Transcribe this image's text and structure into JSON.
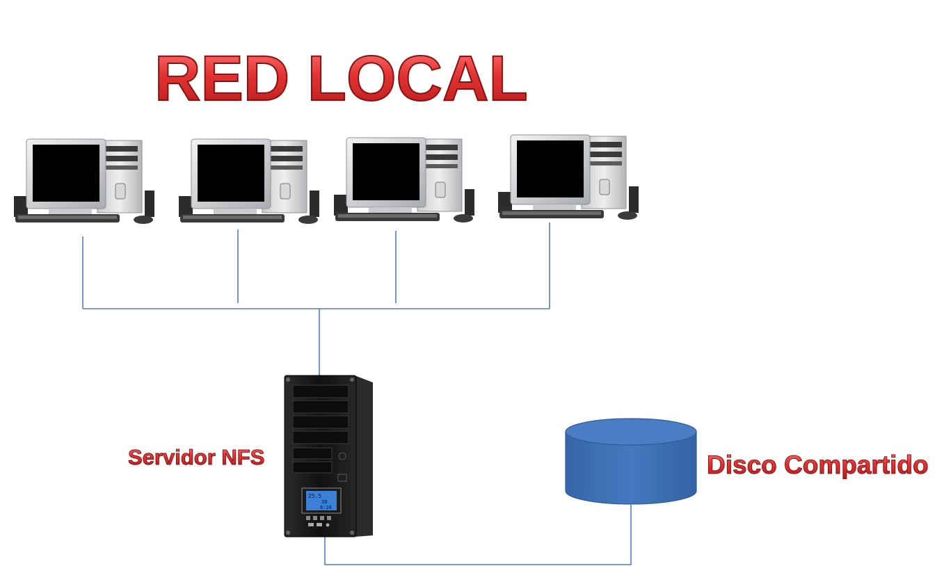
{
  "diagram": {
    "title": "RED LOCAL",
    "server_label": "Servidor NFS",
    "disk_label": "Disco Compartido",
    "server_lcd": [
      "25.5",
      "30",
      "6:28"
    ]
  },
  "colors": {
    "title_fill": "#e03232",
    "title_stroke": "#8a1010",
    "line": "#4f7fbf",
    "disk_fill": "#3f72b7",
    "disk_top": "#4a7dc4",
    "disk_stroke": "#2f5a96",
    "screen": "#000000",
    "monitor_frame": "#d2d4d6",
    "tower_body": "#1a1a1a",
    "lcd": "#3b7fd6"
  }
}
